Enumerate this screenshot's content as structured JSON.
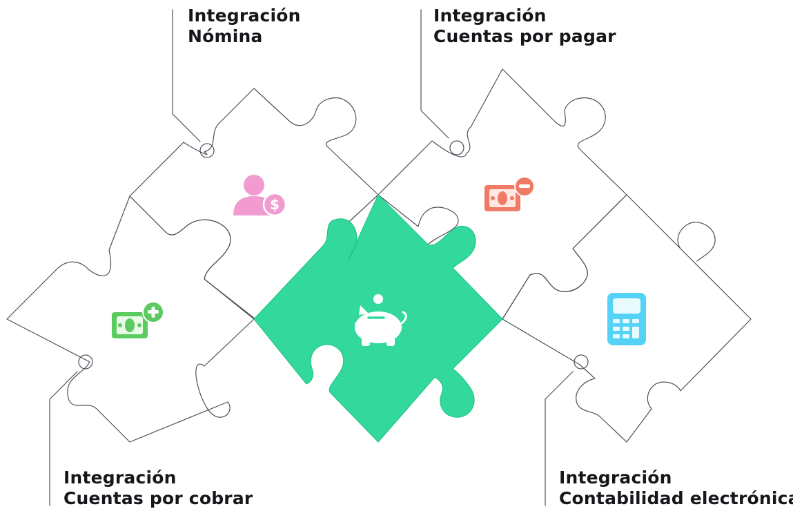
{
  "integrations": {
    "nomina": {
      "line1": "Integración",
      "line2": "Nómina",
      "icon": "payroll-person-dollar-icon",
      "color": "#f29bd0"
    },
    "cuentas_por_pagar": {
      "line1": "Integración",
      "line2": "Cuentas por pagar",
      "icon": "money-minus-icon",
      "color": "#f07a64"
    },
    "cuentas_por_cobrar": {
      "line1": "Integración",
      "line2": "Cuentas por cobrar",
      "icon": "money-plus-icon",
      "color": "#5ccb5f"
    },
    "contabilidad_electronica": {
      "line1": "Integración",
      "line2": "Contabilidad electrónica",
      "icon": "calculator-icon",
      "color": "#55d3f7"
    }
  },
  "center": {
    "icon": "piggy-bank-icon",
    "color": "#33d89c"
  }
}
